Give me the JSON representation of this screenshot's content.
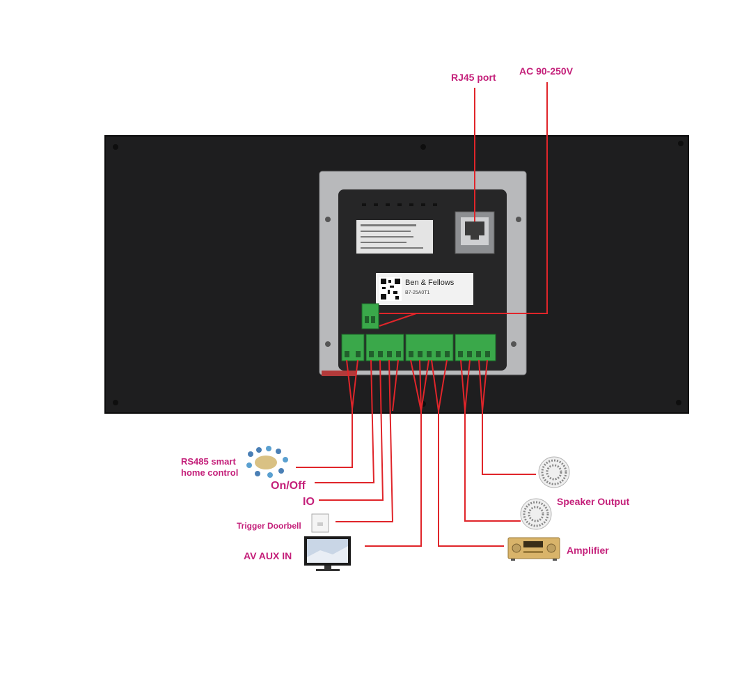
{
  "labels": {
    "rj45": "RJ45 port",
    "ac": "AC 90-250V",
    "rs485_line1": "RS485 smart",
    "rs485_line2": "home control",
    "onoff": "On/Off",
    "io": "IO",
    "doorbell": "Trigger Doorbell",
    "av": "AV AUX IN",
    "speaker": "Speaker Output",
    "amplifier": "Amplifier"
  },
  "device": {
    "sticker_brand": "Ben & Fellows",
    "sticker_model": "B7-25A0T1"
  },
  "colors": {
    "accent_text": "#c4207a",
    "wire": "#e0252a",
    "panel": "#1e1e1f",
    "terminal": "#3aa84a"
  }
}
